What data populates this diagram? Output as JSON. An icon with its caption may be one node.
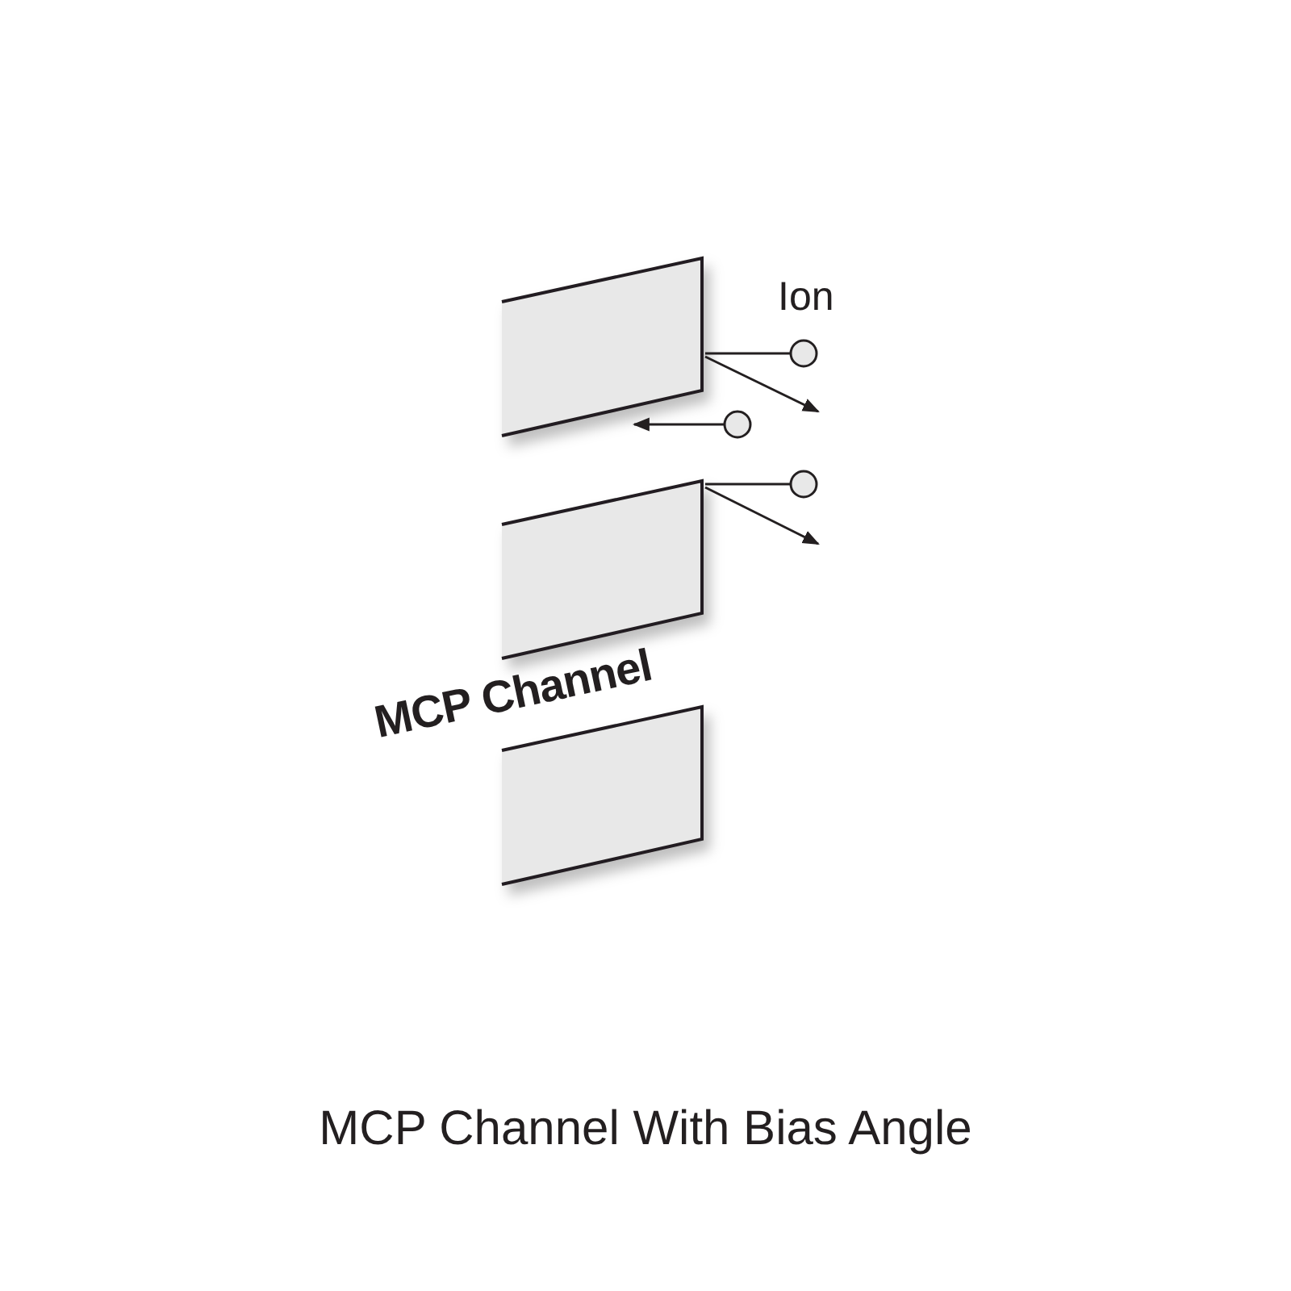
{
  "diagram": {
    "caption": "MCP Channel With Bias Angle",
    "labels": [
      "Ion",
      "MCP Channel"
    ]
  }
}
